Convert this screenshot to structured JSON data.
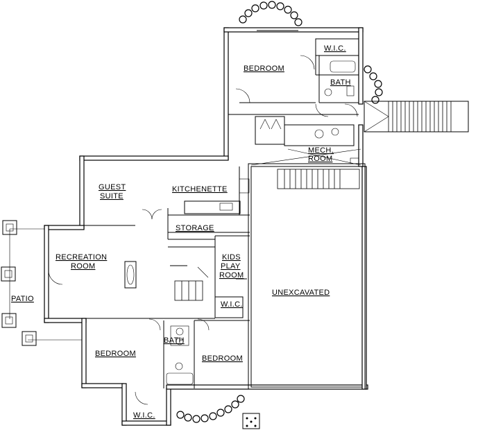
{
  "rooms": {
    "bedroom_upper": "BEDROOM",
    "wic_upper": "W.I.C.",
    "bath_upper": "BATH",
    "mech_room_line1": "MECH.",
    "mech_room_line2": "ROOM",
    "guest_suite_line1": "GUEST",
    "guest_suite_line2": "SUITE",
    "kitchenette": "KITCHENETTE",
    "storage": "STORAGE",
    "recreation_room_line1": "RECREATION",
    "recreation_room_line2": "ROOM",
    "kids_play_line1": "KIDS",
    "kids_play_line2": "PLAY",
    "kids_play_line3": "ROOM",
    "wic_mid": "W.I.C.",
    "unexcavated": "UNEXCAVATED",
    "patio": "PATIO",
    "bedroom_lower_left": "BEDROOM",
    "bath_lower": "BATH",
    "bedroom_lower_right": "BEDROOM",
    "wic_lower": "W.I.C."
  }
}
